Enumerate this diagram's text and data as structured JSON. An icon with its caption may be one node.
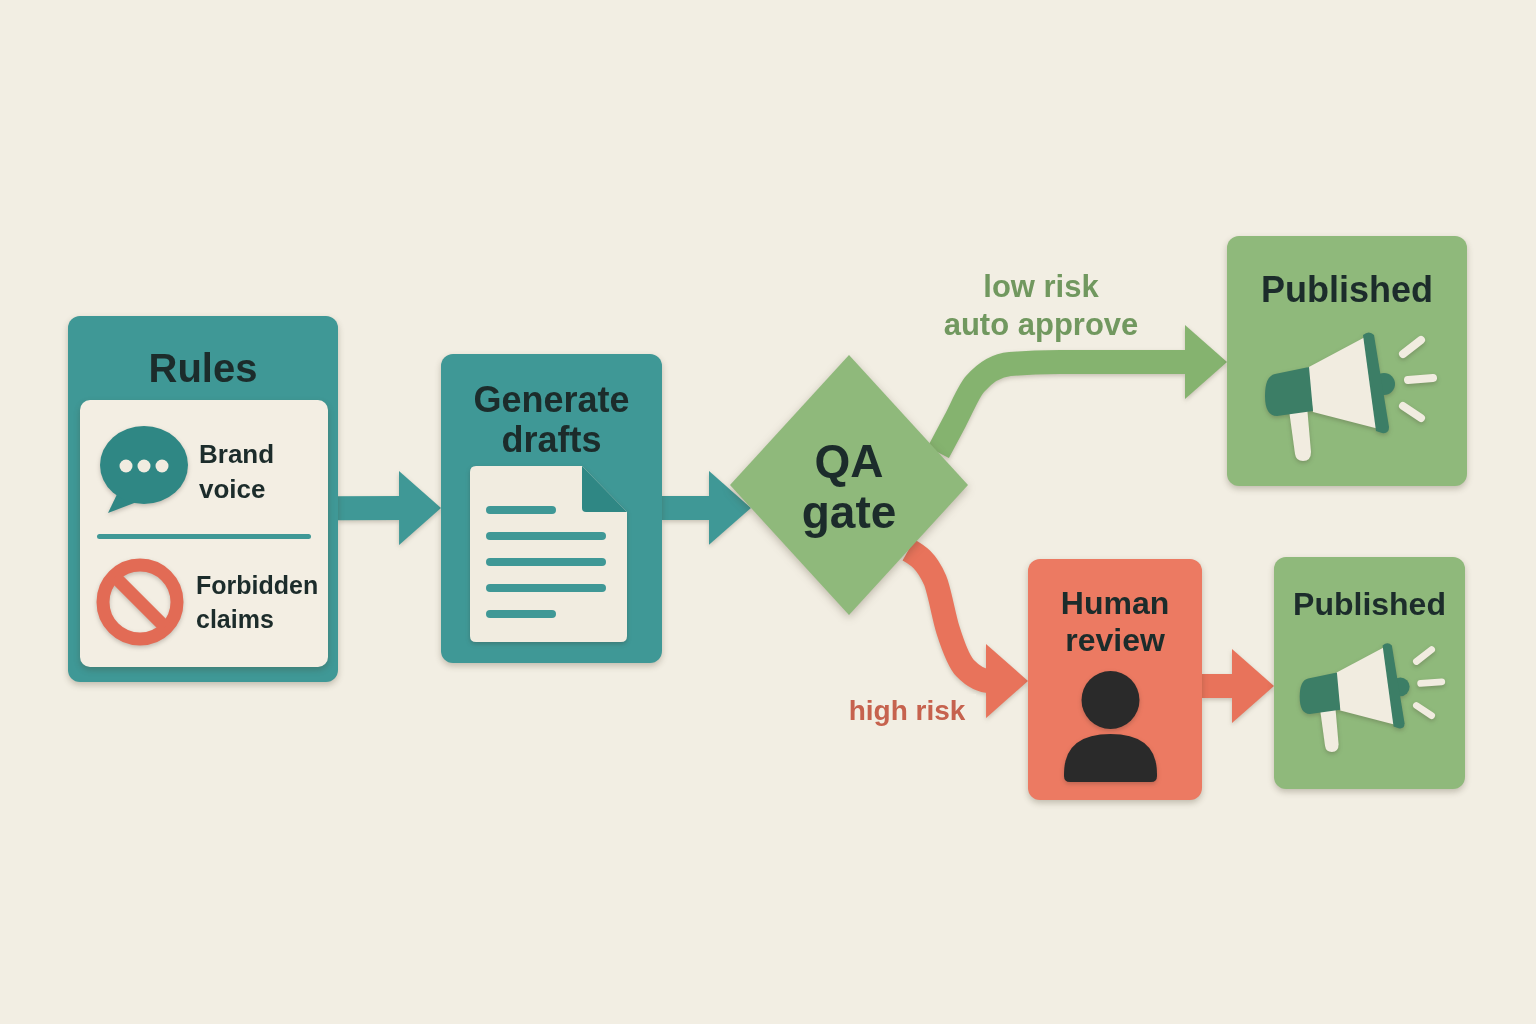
{
  "diagram": {
    "nodes": [
      {
        "text": [
          "Rules"
        ]
      },
      {
        "text": [
          "Brand voice",
          "Forbidden claims"
        ],
        "in": 0
      },
      {
        "text": [
          "Generate drafts"
        ]
      },
      {
        "text": [
          "QA gate"
        ]
      },
      {
        "text": [
          "Published"
        ]
      },
      {
        "text": [
          "Human review"
        ]
      },
      {
        "text": [
          "Published"
        ]
      }
    ],
    "edges": [
      {
        "from": 0,
        "to": 2,
        "arrow": "to",
        "color": "#3f9896"
      },
      {
        "from": 2,
        "to": 3,
        "arrow": "to",
        "color": "#3f9896"
      },
      {
        "from": 3,
        "to": 4,
        "arrow": "to",
        "label": "low risk auto approve",
        "color": "#85b36f"
      },
      {
        "from": 3,
        "to": 5,
        "arrow": "to",
        "label": "high risk",
        "color": "#e8735b"
      },
      {
        "from": 5,
        "to": 6,
        "arrow": "to",
        "color": "#e8735b"
      }
    ]
  }
}
